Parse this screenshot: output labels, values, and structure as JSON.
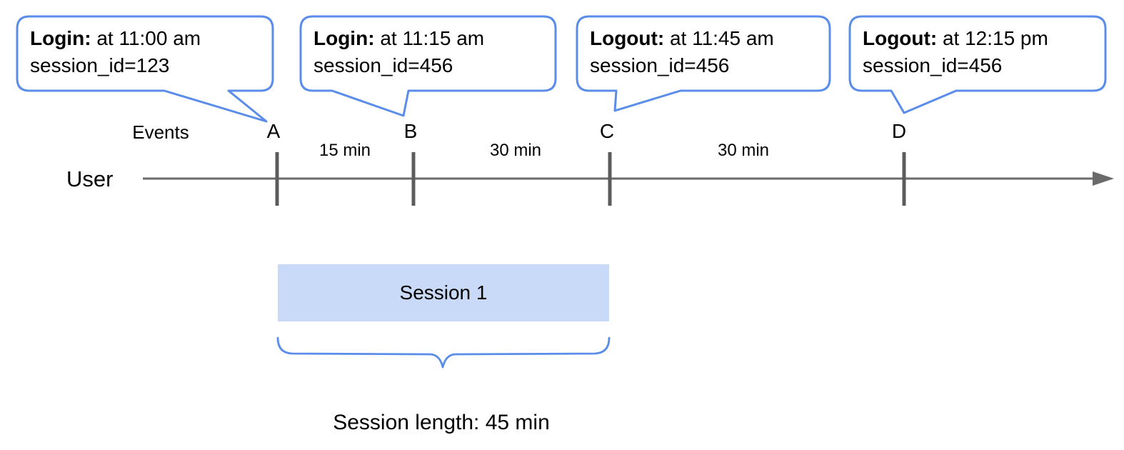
{
  "diagram": {
    "title_hint": "User session events timeline",
    "callouts": [
      {
        "label": "Login:",
        "time": "at 11:00 am",
        "session": "session_id=123",
        "points_to": "A"
      },
      {
        "label": "Login:",
        "time": "at 11:15 am",
        "session": "session_id=456",
        "points_to": "B"
      },
      {
        "label": "Logout:",
        "time": "at 11:45 am",
        "session": "session_id=456",
        "points_to": "C"
      },
      {
        "label": "Logout:",
        "time": "at 12:15 pm",
        "session": "session_id=456",
        "points_to": "D"
      }
    ],
    "timeline": {
      "events_label": "Events",
      "axis_label": "User",
      "event_markers": [
        "A",
        "B",
        "C",
        "D"
      ],
      "intervals": [
        {
          "label": "15 min",
          "between": "A-B"
        },
        {
          "label": "30 min",
          "between": "B-C"
        },
        {
          "label": "30 min",
          "between": "C-D"
        }
      ]
    },
    "session_bar": {
      "label": "Session 1",
      "spans": "A-C"
    },
    "session_length_label": "Session length: 45 min",
    "colors": {
      "accent_blue": "#5a8ce9",
      "bar_fill": "#c9daf8",
      "axis_gray": "#6a6a6a",
      "tick_gray": "#5c5c5c",
      "text": "#000000"
    }
  }
}
